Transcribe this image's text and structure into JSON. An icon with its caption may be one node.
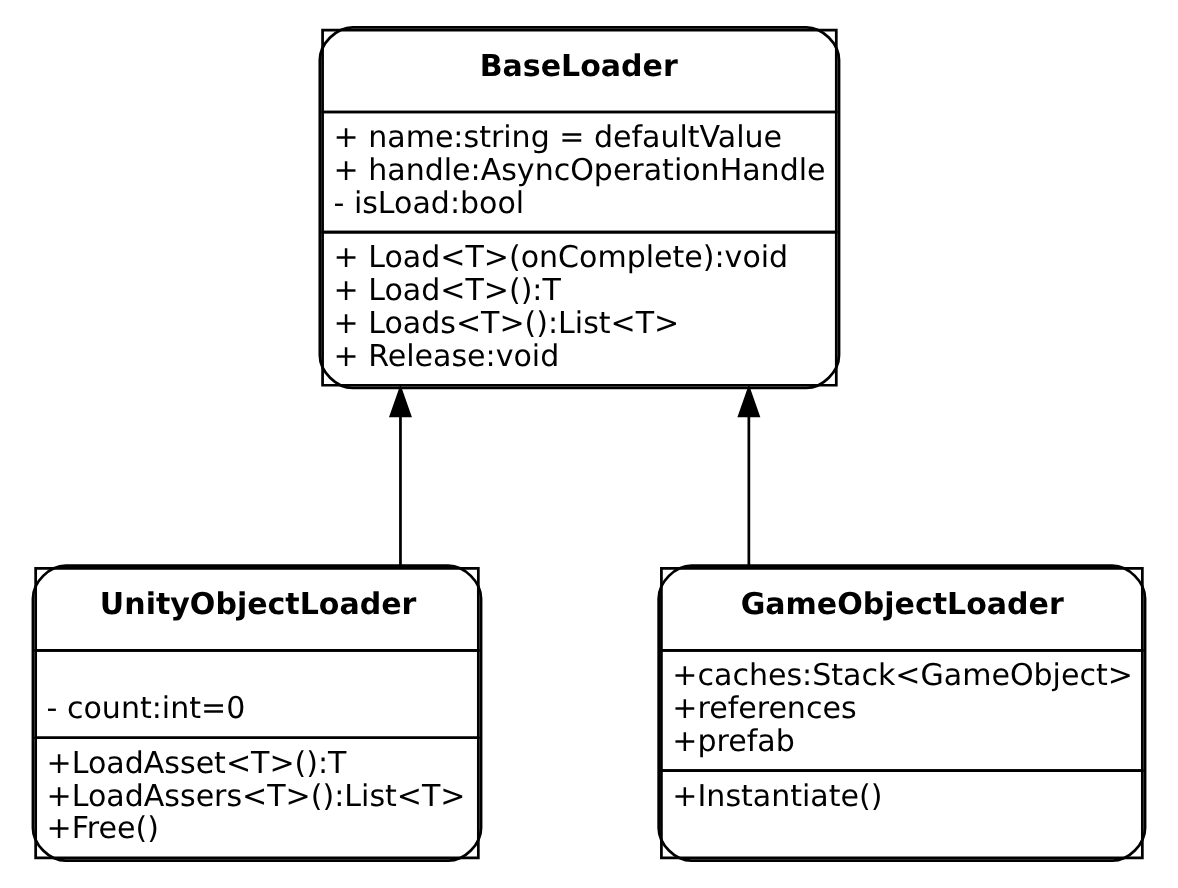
{
  "diagram": {
    "nodes": [
      {
        "text": [
          "BaseLoader",
          "+ name:string = defaultValue",
          "+ handle:AsyncOperationHandle",
          "- isLoad:bool",
          "+ Load<T>(onComplete):void",
          "+ Load<T>():T",
          "+ Loads<T>():List<T>",
          "+ Release:void"
        ]
      },
      {
        "text": [
          "UnityObjectLoader",
          "- count:int=0",
          "+LoadAsset<T>():T",
          "+LoadAssers<T>():List<T>",
          "+Free()"
        ]
      },
      {
        "text": [
          "GameObjectLoader",
          "+caches:Stack<GameObject>",
          "+references",
          "+prefab",
          "+Instantiate()"
        ]
      }
    ],
    "edges": [
      {
        "from": 1,
        "to": 0,
        "arrow": "to"
      },
      {
        "from": 2,
        "to": 0,
        "arrow": "to"
      }
    ]
  }
}
